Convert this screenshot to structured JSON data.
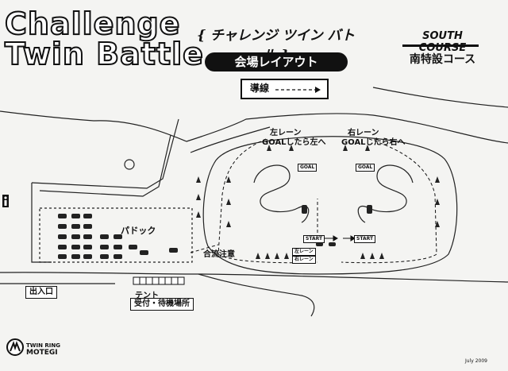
{
  "header": {
    "title_line1": "Challenge",
    "title_line2": "Twin Battle",
    "subtitle": "{ チャレンジ ツイン バトル }",
    "venue_label": "会場レイアウト",
    "course_en": "SOUTH COURSE",
    "course_jp": "南特設コース"
  },
  "legend": {
    "label": "導線"
  },
  "map": {
    "left_lane": "左レーン",
    "left_goal": "GOALしたら左へ",
    "right_lane": "右レーン",
    "right_goal": "GOALしたら右へ",
    "paddock": "パドック",
    "merge_caution": "合流注意",
    "entrance": "出入口",
    "tent": "テント",
    "reception": "受付・待機場所",
    "goal_tag": "GOAL",
    "start_tag": "START",
    "lane_tag_left": "左レーン",
    "lane_tag_right": "右レーン",
    "toilet_icon": "restroom-icon"
  },
  "footer": {
    "logo_line1": "TWIN RING",
    "logo_line2": "MOTEGI",
    "date": "July 2009"
  }
}
